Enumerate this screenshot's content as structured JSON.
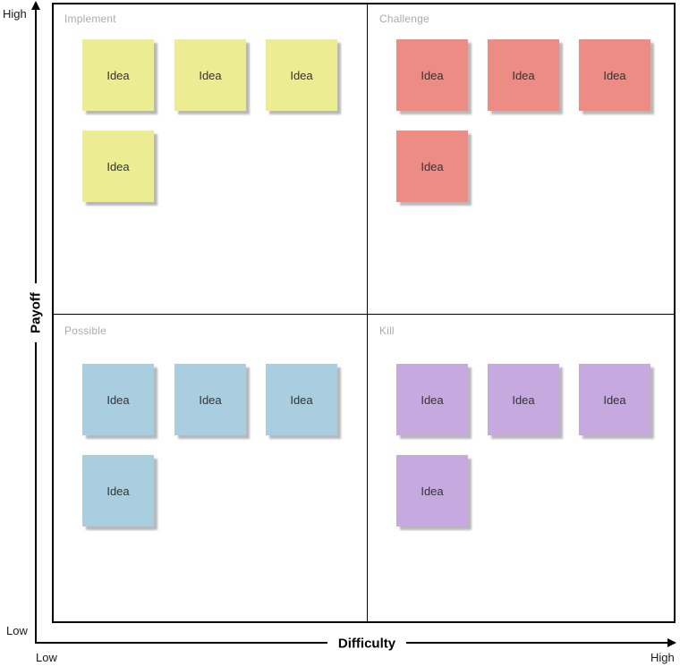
{
  "matrix": {
    "quadrants": [
      {
        "id": "implement",
        "label": "Implement",
        "color": "#ECEC92",
        "notes": [
          "Idea",
          "Idea",
          "Idea",
          "Idea"
        ]
      },
      {
        "id": "challenge",
        "label": "Challenge",
        "color": "#ED8B85",
        "notes": [
          "Idea",
          "Idea",
          "Idea",
          "Idea"
        ]
      },
      {
        "id": "possible",
        "label": "Possible",
        "color": "#A9CEDF",
        "notes": [
          "Idea",
          "Idea",
          "Idea",
          "Idea"
        ]
      },
      {
        "id": "kill",
        "label": "Kill",
        "color": "#C6A9DF",
        "notes": [
          "Idea",
          "Idea",
          "Idea",
          "Idea"
        ]
      }
    ],
    "label_color": "#ABABAB"
  },
  "axes": {
    "y": {
      "label": "Payoff",
      "top_label": "High",
      "bottom_label": "Low"
    },
    "x": {
      "label": "Difficulty",
      "left_label": "Low",
      "right_label": "High"
    }
  }
}
